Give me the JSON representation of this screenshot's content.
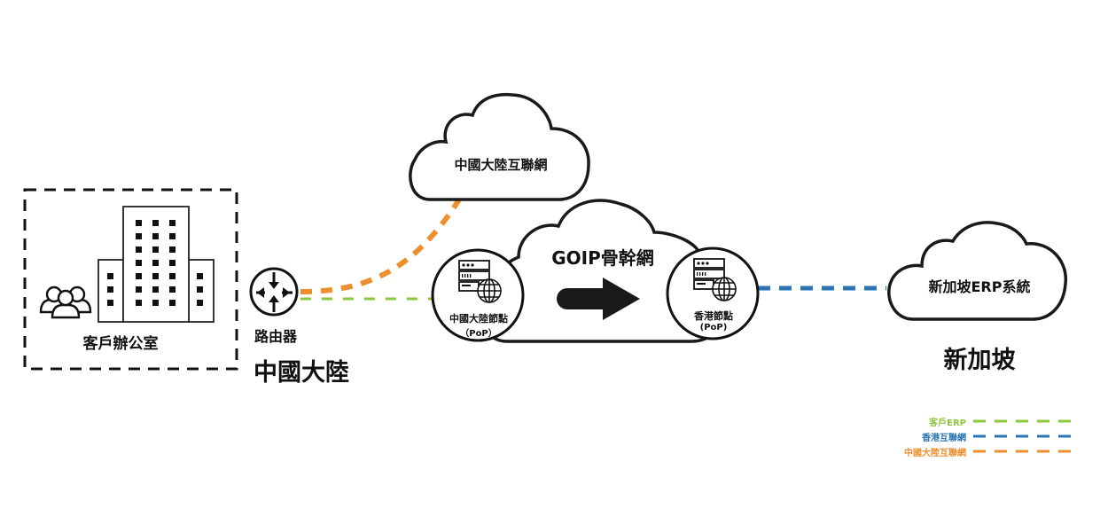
{
  "office": {
    "label": "客戶辦公室",
    "icons": [
      "users-icon",
      "building-icon"
    ]
  },
  "router": {
    "label": "路由器",
    "icon": "router-icon"
  },
  "regions": {
    "china": "中國大陸",
    "singapore": "新加坡"
  },
  "clouds": {
    "china_internet": "中國大陸互聯網",
    "backbone": "GOIP骨幹網",
    "singapore_erp": "新加坡ERP系統"
  },
  "pops": {
    "china": {
      "name": "中國大陸節點",
      "sub": "（PoP）",
      "icon": "server-globe-icon"
    },
    "hongkong": {
      "name": "香港節點",
      "sub": "(PoP)",
      "icon": "server-globe-icon"
    }
  },
  "arrow": {
    "icon": "arrow-right-icon",
    "direction": "right"
  },
  "legend": [
    {
      "label": "客戶ERP",
      "color": "#8dc63f"
    },
    {
      "label": "香港互聯網",
      "color": "#2b74b3"
    },
    {
      "label": "中國大陸互聯網",
      "color": "#ee8f2f"
    }
  ],
  "colors": {
    "erp": "#8dc63f",
    "hk_internet": "#2b74b3",
    "cn_internet": "#ee8f2f",
    "stroke": "#1a1a1a"
  }
}
